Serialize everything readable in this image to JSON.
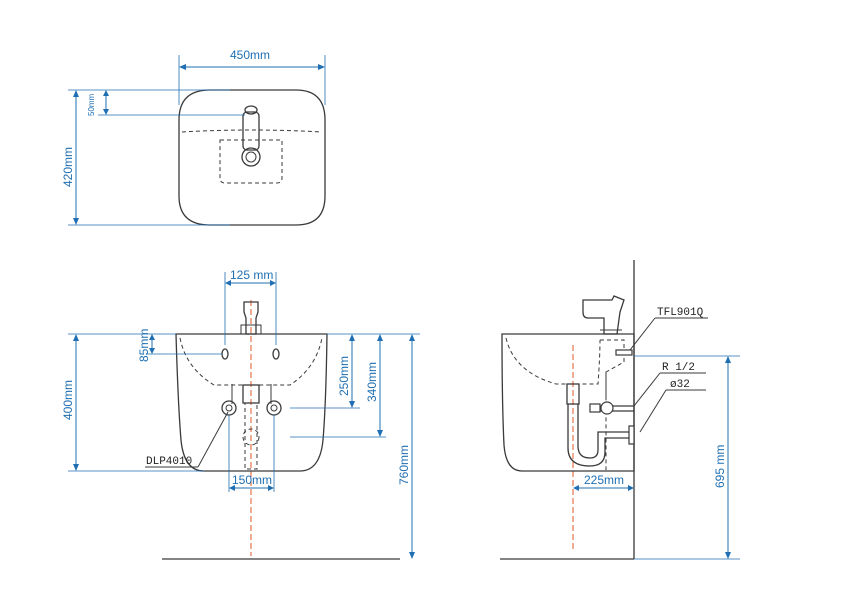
{
  "dimensions": {
    "top_width": "450mm",
    "top_depth": "420mm",
    "tap_offset": "50mm",
    "tap_spacing": "125 mm",
    "hole_drop": "85mm",
    "bowl_height": "400mm",
    "valve_drop_250": "250mm",
    "valve_drop_340": "340mm",
    "total_height": "760mm",
    "valve_spacing": "150mm",
    "side_offset": "225mm",
    "side_height": "695 mm"
  },
  "parts": {
    "drain": "DLP4010",
    "faucet": "TFL901Q",
    "thread": "R 1/2",
    "pipe": "ø32"
  },
  "colors": {
    "outline": "#3a3a3a",
    "dimension": "#1f6fb2",
    "centerline": "#e2572b"
  }
}
